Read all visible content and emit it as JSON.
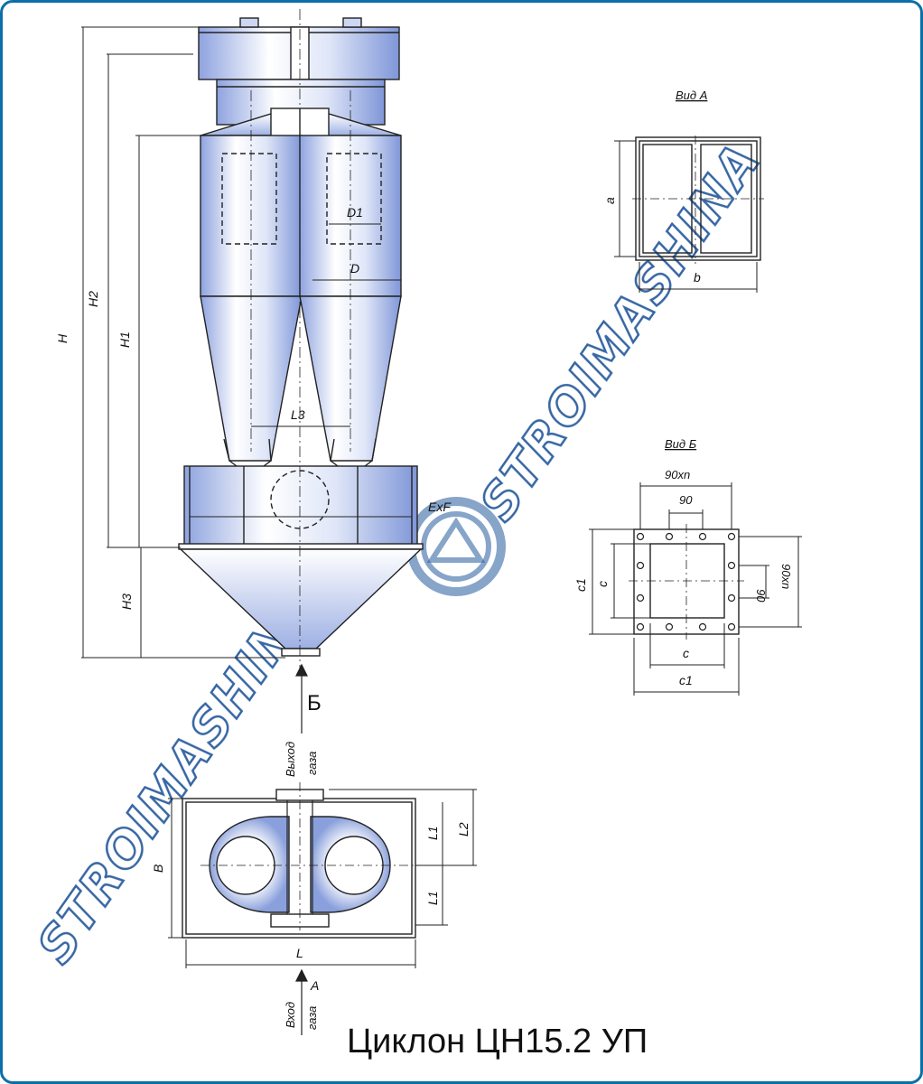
{
  "title": "Циклон ЦН15.2 УП",
  "views": {
    "view_a": "Вид А",
    "view_b": "Вид Б"
  },
  "flow": {
    "outlet_label": "Выход газа",
    "outlet_line1": "Выход",
    "outlet_line2": "газа",
    "inlet_line1": "Вход",
    "inlet_line2": "газа",
    "arrow_b": "Б",
    "arrow_a": "А"
  },
  "dimensions": {
    "H": "H",
    "H2": "H2",
    "H1": "H1",
    "H3": "H3",
    "D1": "D1",
    "D": "D",
    "L3": "L3",
    "ExF": "ExF",
    "a": "a",
    "b": "b",
    "c": "c",
    "c1": "c1",
    "pitch_90xn": "90xn",
    "pitch_90": "90",
    "L": "L",
    "L1": "L1",
    "L2": "L2",
    "B": "B"
  },
  "watermark": {
    "text": "STROIMASHINA",
    "colors": {
      "fill": "#ffffff",
      "stroke": "#2d5fa0"
    }
  },
  "colors": {
    "frame": "#0b6fa8",
    "body_light": "#ffffff",
    "body_dark": "#9fb2e6",
    "line": "#222222"
  }
}
